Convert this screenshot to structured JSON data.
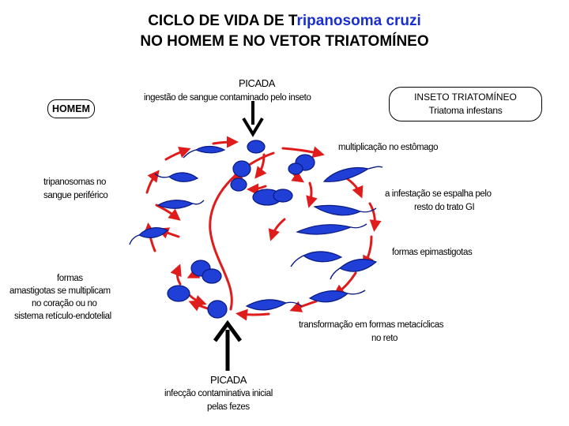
{
  "title": {
    "line1_first": "CICLO DE VIDA DE T",
    "line1_rest": "ripanosoma cruzi",
    "line2": "NO HOMEM E NO VETOR TRIATOMÍNEO"
  },
  "boxes": {
    "homem": "HOMEM",
    "inseto_title": "INSETO TRIATOMÍNEO",
    "inseto_species": "Triatoma infestans"
  },
  "top": {
    "picada": "PICADA",
    "desc": "ingestão de sangue contaminado pelo inseto"
  },
  "bottom": {
    "picada": "PICADA",
    "desc_line1": "infecção contaminativa inicial",
    "desc_line2": "pelas fezes"
  },
  "labels": {
    "multiplicacao": "multiplicação no estômago",
    "infestacao_1": "a infestação se espalha pelo",
    "infestacao_2": "resto do trato GI",
    "epimastigotas": "formas epimastigotas",
    "transformacao_1": "transformação em formas metacíclicas",
    "transformacao_2": "no reto",
    "tripanosomas_1": "tripanosomas no",
    "tripanosomas_2": "sangue periférico",
    "formas_1": "formas",
    "formas_2": "amastigotas se multiplicam",
    "formas_3": "no coração ou no",
    "formas_4": "sistema retículo-endotelial"
  },
  "colors": {
    "arrow": "#e01b1b",
    "parasite": "#1f3fd6",
    "parasite_outline": "#0a1a80",
    "big_arrow": "#000000"
  }
}
